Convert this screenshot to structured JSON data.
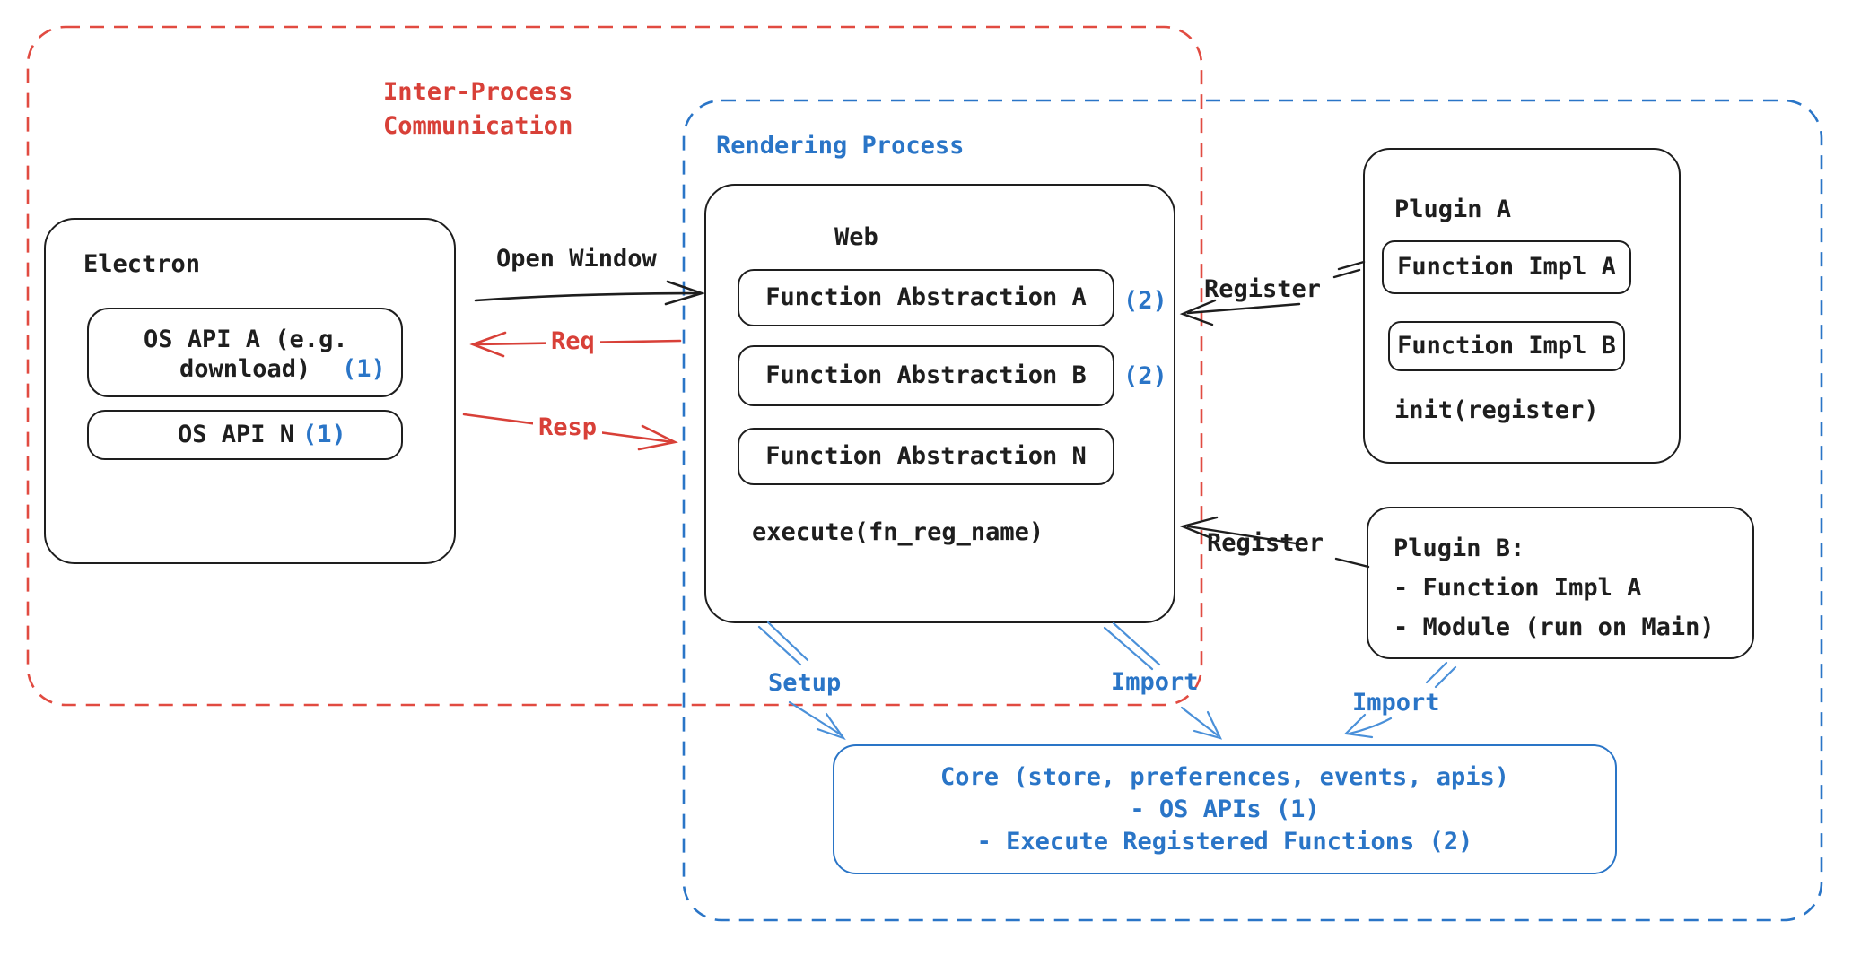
{
  "colors": {
    "black": "#1e1e1e",
    "red": "#d84038",
    "blue": "#2a75c7",
    "arrow_blue": "#4a90d9"
  },
  "ipc": {
    "label": "Inter-Process\nCommunication"
  },
  "rendering": {
    "label": "Rendering Process"
  },
  "electron": {
    "title": "Electron",
    "os_api_a_line1": "OS API A (e.g.",
    "os_api_a_line2": "download)",
    "os_api_a_badge": "(1)",
    "os_api_n_label": "OS API N",
    "os_api_n_badge": "(1)"
  },
  "web": {
    "title": "Web",
    "fn_a": "Function Abstraction A",
    "fn_a_badge": "(2)",
    "fn_b": "Function Abstraction B",
    "fn_b_badge": "(2)",
    "fn_n": "Function Abstraction N",
    "execute": "execute(fn_reg_name)"
  },
  "plugin_a": {
    "title": "Plugin A",
    "impl_a": "Function Impl A",
    "impl_b": "Function Impl B",
    "init": "init(register)"
  },
  "plugin_b": {
    "title": "Plugin B:",
    "item1": "- Function Impl A",
    "item2": "- Module (run on Main)"
  },
  "core": {
    "line1": "Core (store, preferences, events, apis)",
    "line2": "- OS APIs (1)",
    "line3": "- Execute Registered Functions (2)"
  },
  "labels": {
    "open_window": "Open Window",
    "req": "Req",
    "resp": "Resp",
    "register_top": "Register",
    "register_bottom": "Register",
    "setup": "Setup",
    "import_web": "Import",
    "import_plugin": "Import"
  }
}
